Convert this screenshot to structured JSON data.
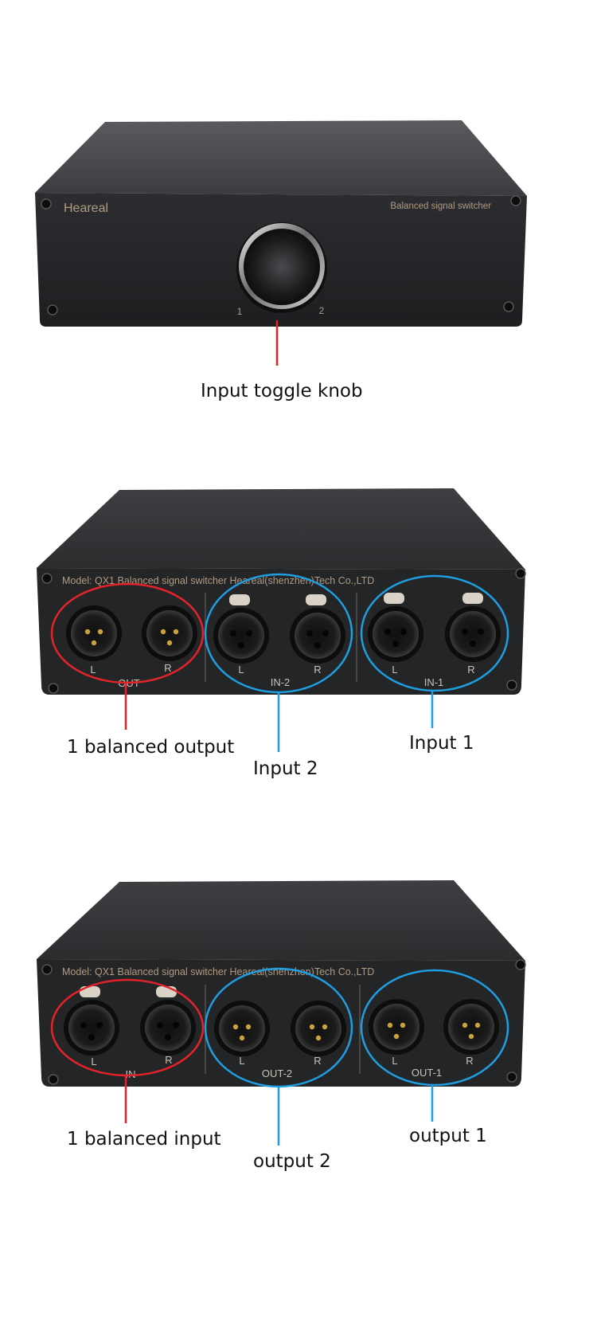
{
  "front": {
    "brand": "Heareal",
    "product_label": "Balanced signal switcher",
    "knob_positions": [
      "1",
      "2"
    ],
    "callout": "Input toggle knob"
  },
  "rear_a": {
    "model_text": "Model: QX1  Balanced signal switcher   Heareal(shenzhen)Tech Co.,LTD",
    "groups": [
      {
        "name": "OUT",
        "jacks": [
          "L",
          "R"
        ]
      },
      {
        "name": "IN-2",
        "jacks": [
          "L",
          "R"
        ]
      },
      {
        "name": "IN-1",
        "jacks": [
          "L",
          "R"
        ]
      }
    ],
    "callouts": {
      "left": "1 balanced output",
      "middle": "Input 2",
      "right": "Input 1"
    }
  },
  "rear_b": {
    "model_text": "Model: QX1  Balanced signal switcher   Heareal(shenzhen)Tech Co.,LTD",
    "groups": [
      {
        "name": "IN",
        "jacks": [
          "L",
          "R"
        ]
      },
      {
        "name": "OUT-2",
        "jacks": [
          "L",
          "R"
        ]
      },
      {
        "name": "OUT-1",
        "jacks": [
          "L",
          "R"
        ]
      }
    ],
    "callouts": {
      "left": "1 balanced input",
      "middle": "output 2",
      "right": "output 1"
    }
  },
  "colors": {
    "red_marker": "#e2232a",
    "blue_marker": "#1e9ee0",
    "chassis": "#2a2b2d"
  }
}
